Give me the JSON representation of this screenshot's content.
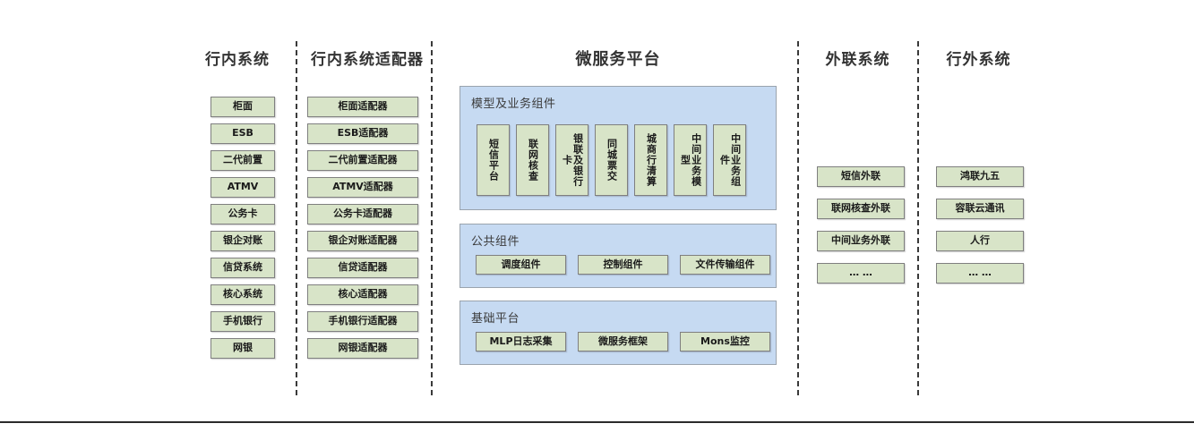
{
  "colors": {
    "node_fill": "#d8e4c8",
    "node_border": "#7f7f7f",
    "panel_fill": "#c6daf2",
    "panel_border": "#9aa3ad",
    "title_text": "#333333",
    "divider": "#3a3a3a"
  },
  "columns": [
    {
      "id": "in-bank-systems",
      "title": "行内系统",
      "items": [
        "柜面",
        "ESB",
        "二代前置",
        "ATMV",
        "公务卡",
        "银企对账",
        "信贷系统",
        "核心系统",
        "手机银行",
        "网银"
      ]
    },
    {
      "id": "in-bank-adapters",
      "title": "行内系统适配器",
      "items": [
        "柜面适配器",
        "ESB适配器",
        "二代前置适配器",
        "ATMV适配器",
        "公务卡适配器",
        "银企对账适配器",
        "信贷适配器",
        "核心适配器",
        "手机银行适配器",
        "网银适配器"
      ]
    },
    {
      "id": "external-link-systems",
      "title": "外联系统",
      "items": [
        "短信外联",
        "联网核查外联",
        "中间业务外联",
        "… …"
      ]
    },
    {
      "id": "out-bank-systems",
      "title": "行外系统",
      "items": [
        "鸿联九五",
        "容联云通讯",
        "人行",
        "… …"
      ]
    }
  ],
  "platform": {
    "title": "微服务平台",
    "panels": [
      {
        "id": "model-business-components",
        "title": "模型及业务组件",
        "orientation": "vertical",
        "items": [
          "短信平台",
          "联网核查",
          "银联及银行卡",
          "同城票交",
          "城商行清算",
          "中间业务模型",
          "中间业务组件"
        ]
      },
      {
        "id": "public-components",
        "title": "公共组件",
        "orientation": "horizontal",
        "items": [
          "调度组件",
          "控制组件",
          "文件传输组件"
        ]
      },
      {
        "id": "base-platform",
        "title": "基础平台",
        "orientation": "horizontal",
        "items": [
          "MLP日志采集",
          "微服务框架",
          "Mons监控"
        ]
      }
    ]
  }
}
